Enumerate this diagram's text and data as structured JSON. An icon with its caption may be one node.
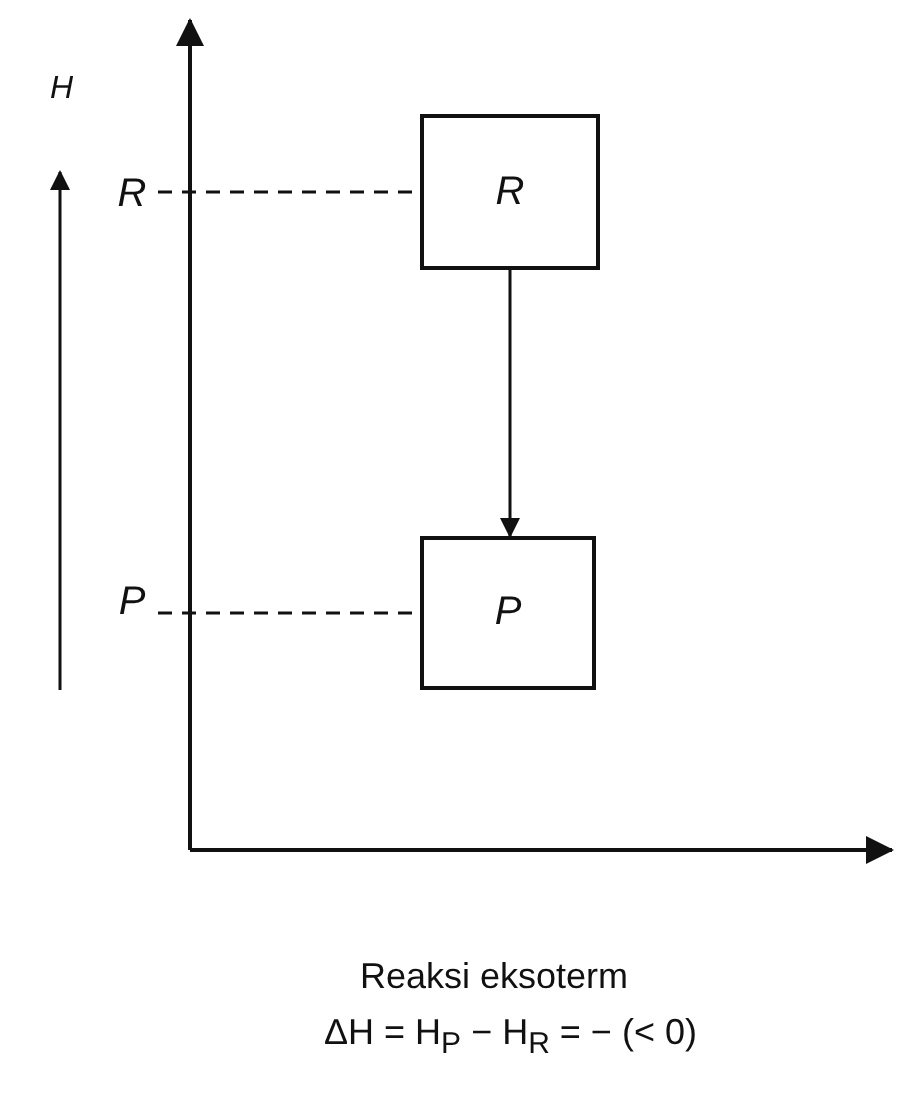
{
  "diagram": {
    "nodes": [
      {
        "text": [
          "R"
        ]
      },
      {
        "text": [
          "P"
        ]
      },
      {
        "text": [
          "R"
        ]
      },
      {
        "text": [
          "P"
        ]
      }
    ],
    "edges": [
      {
        "from": 0,
        "to": 1,
        "arrow": "to"
      },
      {
        "from": 2,
        "to": 0,
        "arrow": "none",
        "style": "dashed"
      },
      {
        "from": 3,
        "to": 1,
        "arrow": "none",
        "style": "dashed"
      }
    ],
    "labels": [
      "H",
      "Reaksi eksoterm",
      "ΔH = H$_{P}$ − H$_{R}$ = − (< 0)"
    ]
  }
}
